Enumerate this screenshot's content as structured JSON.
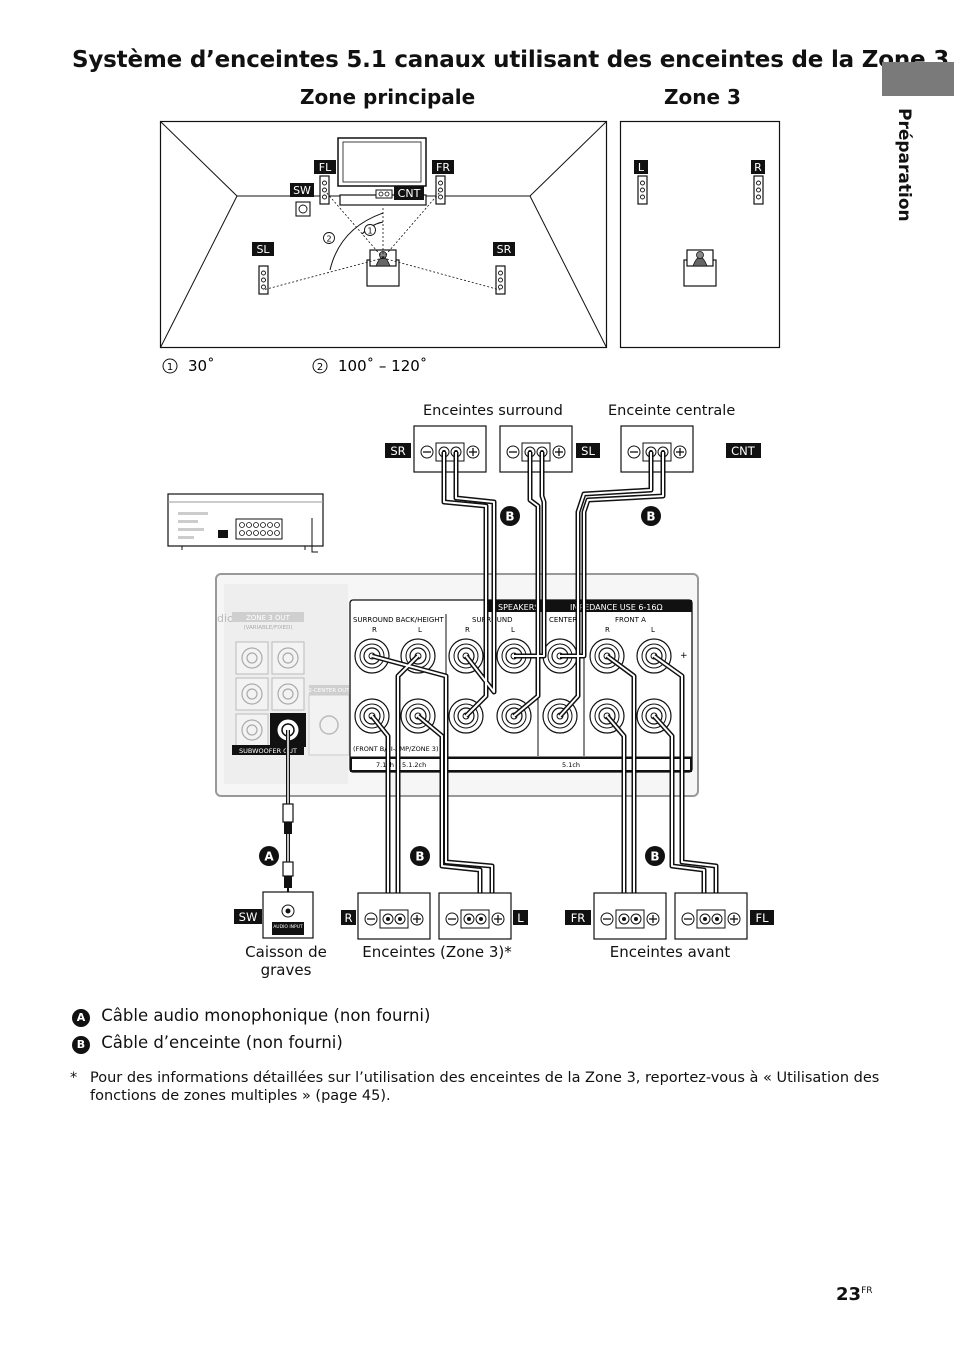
{
  "page": {
    "title": "Système d’enceintes 5.1 canaux utilisant des enceintes de la Zone 3",
    "side_tab_label": "Préparation",
    "page_number": "23",
    "page_suffix": "FR"
  },
  "layout_diagram": {
    "main_zone_heading": "Zone principale",
    "zone3_heading": "Zone 3",
    "speakers": {
      "fl": "FL",
      "fr": "FR",
      "sw": "SW",
      "cnt": "CNT",
      "sl": "SL",
      "sr": "SR",
      "l": "L",
      "r": "R"
    },
    "angle_markers": {
      "one": "1",
      "two": "2"
    },
    "angle_one_value": "30˚",
    "angle_two_value": "100˚ – 120˚"
  },
  "wiring_diagram": {
    "surround_caption": "Enceintes surround",
    "center_caption": "Enceinte centrale",
    "subwoofer_caption": "Caisson de graves",
    "zone3_caption": "Enceintes (Zone 3)*",
    "front_caption": "Enceintes avant",
    "cable_markers": {
      "a": "A",
      "b": "B"
    },
    "speaker_tags": {
      "sr": "SR",
      "sl": "SL",
      "cnt": "CNT",
      "sw": "SW",
      "r": "R",
      "l": "L",
      "fr": "FR",
      "fl": "FL"
    },
    "panel": {
      "speakers_header": "SPEAKERS",
      "impedance": "IMPEDANCE USE 6-16Ω",
      "surround_back_height": "SURROUND BACK/HEIGHT",
      "surround": "SURROUND",
      "center": "CENTER",
      "front_a": "FRONT A",
      "r": "R",
      "l": "L",
      "plus": "+",
      "minus": "–",
      "front_b_bi_amp": "(FRONT B/BI-AMP/ZONE 3)",
      "ch_71": "7.1ch",
      "ch_512": "5.1.2ch",
      "ch_51": "5.1ch",
      "zone3_out": "ZONE 3 OUT",
      "variable_fixed": "(VARIABLE/FIXED)",
      "subwoofer_out": "SUBWOOFER OUT",
      "center_out": "2-CENTER OUT",
      "audio_label": "dio",
      "audio_input": "AUDIO INPUT"
    }
  },
  "legend": {
    "a_label": "Câble audio monophonique (non fourni)",
    "b_label": "Câble d’enceinte (non fourni)"
  },
  "footnote": {
    "marker": "*",
    "text": "Pour des informations détaillées sur l’utilisation des enceintes de la Zone 3, reportez-vous à « Utilisation des fonctions de zones multiples » (page 45)."
  }
}
